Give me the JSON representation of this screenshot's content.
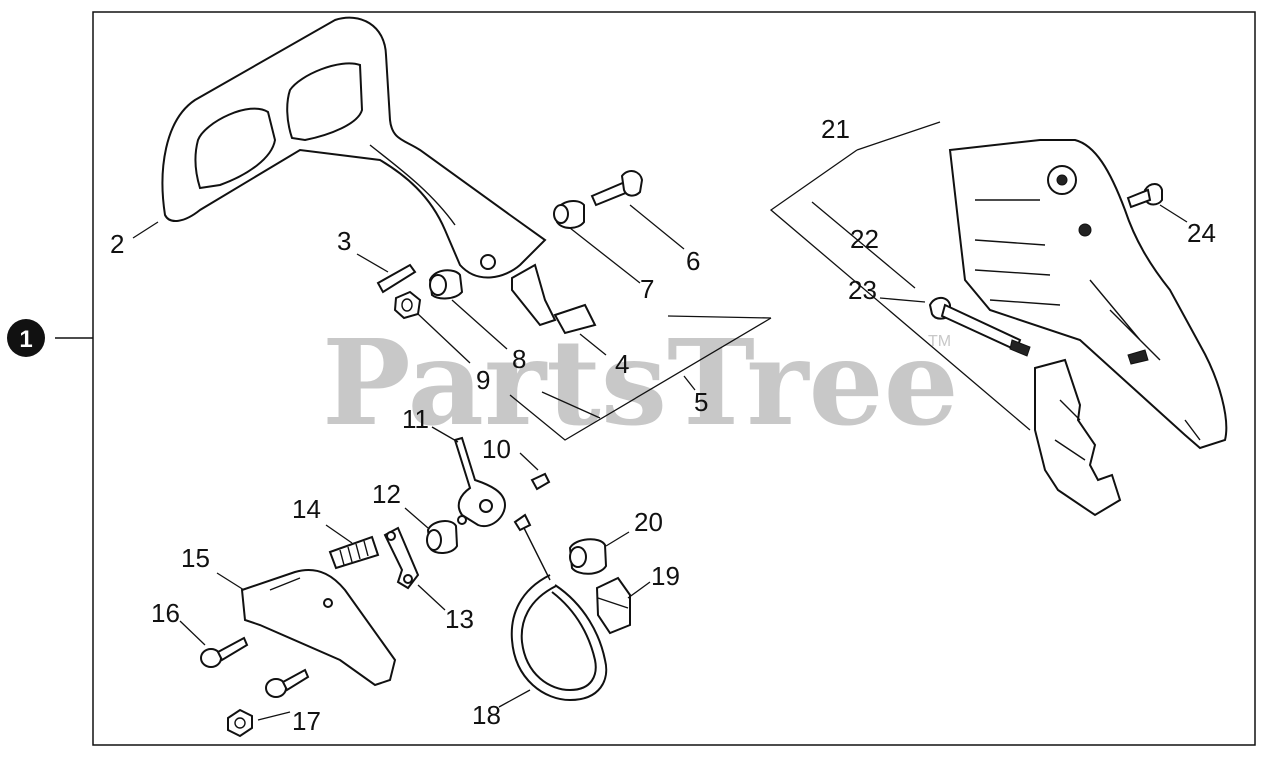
{
  "watermark": {
    "text": "PartsTree",
    "trademark": "TM"
  },
  "assembly": {
    "number": "1"
  },
  "callouts": {
    "p2": "2",
    "p3": "3",
    "p4": "4",
    "p5": "5",
    "p6": "6",
    "p7": "7",
    "p8": "8",
    "p9": "9",
    "p10": "10",
    "p11": "11",
    "p12": "12",
    "p13": "13",
    "p14": "14",
    "p15": "15",
    "p16": "16",
    "p17": "17",
    "p18": "18",
    "p19": "19",
    "p20": "20",
    "p21": "21",
    "p22": "22",
    "p23": "23",
    "p24": "24"
  }
}
